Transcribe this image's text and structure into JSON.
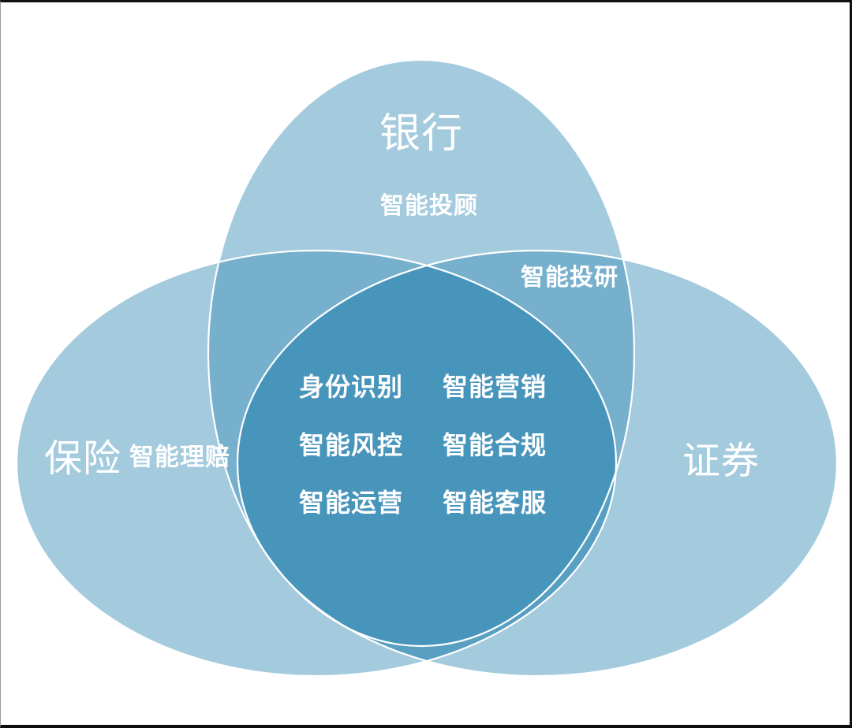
{
  "circles": {
    "bank": {
      "title": "银行",
      "label": "智能投顾"
    },
    "insurance": {
      "title": "保险",
      "label": "智能理赔"
    },
    "securities": {
      "title": "证券"
    },
    "bank_securities_label": "智能投研"
  },
  "center": {
    "rows": [
      {
        "cells": [
          "身份识别",
          "智能营销"
        ]
      },
      {
        "cells": [
          "智能风控",
          "智能合规"
        ]
      },
      {
        "cells": [
          "智能运营",
          "智能客服"
        ]
      }
    ]
  },
  "colors": {
    "petal_fill": "#4A95BC",
    "lens_overlay": "rgba(16,118,168,0.30)",
    "outline": "#FFFFFF",
    "single_region": "#A4CADD",
    "double_region": "#77AFCC",
    "center_region": "#4D9ABC",
    "text": "#FFFFFF"
  }
}
